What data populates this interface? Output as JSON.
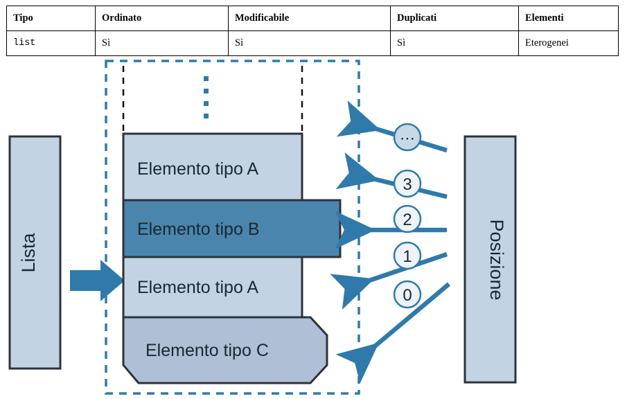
{
  "table": {
    "headers": [
      "Tipo",
      "Ordinato",
      "Modificabile",
      "Duplicati",
      "Elementi"
    ],
    "rows": [
      {
        "tipo": "list",
        "ordinato": "Sì",
        "modificabile": "Sì",
        "duplicati": "Sì",
        "elementi": "Eterogenei"
      }
    ]
  },
  "diagram": {
    "left_box_label": "Lista",
    "right_box_label": "Posizione",
    "ellipsis_dots": "⋮",
    "elements": [
      {
        "id": "elem-a-top",
        "label": "Elemento tipo A",
        "fill": "#c3d3e3",
        "shape": "rect"
      },
      {
        "id": "elem-b",
        "label": "Elemento tipo B",
        "fill": "#4a85ad",
        "shape": "rect"
      },
      {
        "id": "elem-a-bottom",
        "label": "Elemento tipo A",
        "fill": "#c3d3e3",
        "shape": "rect"
      },
      {
        "id": "elem-c",
        "label": "Elemento tipo C",
        "fill": "#aebfd6",
        "shape": "octagon"
      }
    ],
    "index_badges": [
      {
        "id": "badge-ellipsis",
        "label": "⋯"
      },
      {
        "id": "badge-3",
        "label": "3"
      },
      {
        "id": "badge-2",
        "label": "2"
      },
      {
        "id": "badge-1",
        "label": "1"
      },
      {
        "id": "badge-0",
        "label": "0"
      }
    ],
    "colors": {
      "accent_blue": "#2f7aab",
      "light_blue_fill": "#c3d3e3",
      "dark_blue_fill": "#4a85ad",
      "mid_blue_fill": "#aebfd6",
      "outline_dark": "#2b333c",
      "dashed_border": "#2f7aab"
    }
  }
}
